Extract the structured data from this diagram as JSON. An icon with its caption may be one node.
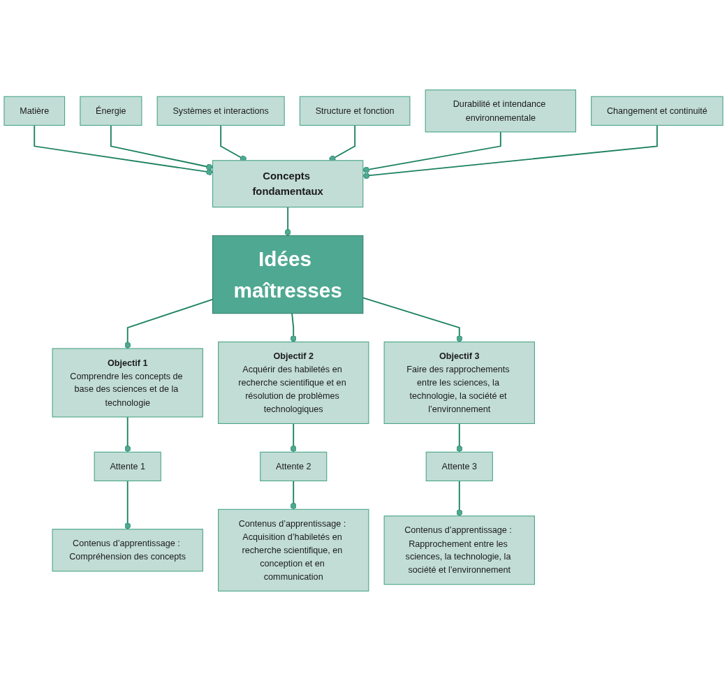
{
  "diagram": {
    "nodes": [
      {
        "text": [
          "Matière"
        ]
      },
      {
        "text": [
          "Énergie"
        ]
      },
      {
        "text": [
          "Systèmes et interactions"
        ]
      },
      {
        "text": [
          "Structure et fonction"
        ]
      },
      {
        "text": [
          "Durabilité et intendance environnementale"
        ]
      },
      {
        "text": [
          "Changement et continuité"
        ]
      },
      {
        "text": [
          "Concepts fondamentaux"
        ]
      },
      {
        "text": [
          "Idées maîtresses"
        ]
      },
      {
        "text": [
          "Objectif 1",
          "Comprendre les concepts de base des sciences et de la technologie"
        ]
      },
      {
        "text": [
          "Objectif 2",
          "Acquérir des habiletés en recherche scientifique et en résolution de problèmes technologiques"
        ]
      },
      {
        "text": [
          "Objectif 3",
          "Faire des rapprochements entre les sciences, la technologie, la société et l’environnement"
        ]
      },
      {
        "text": [
          "Attente 1"
        ]
      },
      {
        "text": [
          "Attente 2"
        ]
      },
      {
        "text": [
          "Attente 3"
        ]
      },
      {
        "text": [
          "Contenus d’apprentissage : Compréhension des concepts"
        ]
      },
      {
        "text": [
          "Contenus d’apprentissage : Acquisition d’habiletés en recherche scientifique, en conception et en communication"
        ]
      },
      {
        "text": [
          "Contenus d’apprentissage : Rapprochement entre les sciences, la technologie, la société et l’environnement"
        ]
      }
    ],
    "edges": [
      {
        "from": 0,
        "to": 6,
        "arrow": "other"
      },
      {
        "from": 1,
        "to": 6,
        "arrow": "other"
      },
      {
        "from": 2,
        "to": 6,
        "arrow": "other"
      },
      {
        "from": 3,
        "to": 6,
        "arrow": "other"
      },
      {
        "from": 4,
        "to": 6,
        "arrow": "other"
      },
      {
        "from": 5,
        "to": 6,
        "arrow": "other"
      },
      {
        "from": 6,
        "to": 7,
        "arrow": "other"
      },
      {
        "from": 7,
        "to": 8,
        "arrow": "other"
      },
      {
        "from": 7,
        "to": 9,
        "arrow": "other"
      },
      {
        "from": 7,
        "to": 10,
        "arrow": "other"
      },
      {
        "from": 8,
        "to": 11,
        "arrow": "other"
      },
      {
        "from": 9,
        "to": 12,
        "arrow": "other"
      },
      {
        "from": 10,
        "to": 13,
        "arrow": "other"
      },
      {
        "from": 11,
        "to": 14,
        "arrow": "other"
      },
      {
        "from": 12,
        "to": 15,
        "arrow": "other"
      },
      {
        "from": 13,
        "to": 16,
        "arrow": "other"
      }
    ]
  }
}
